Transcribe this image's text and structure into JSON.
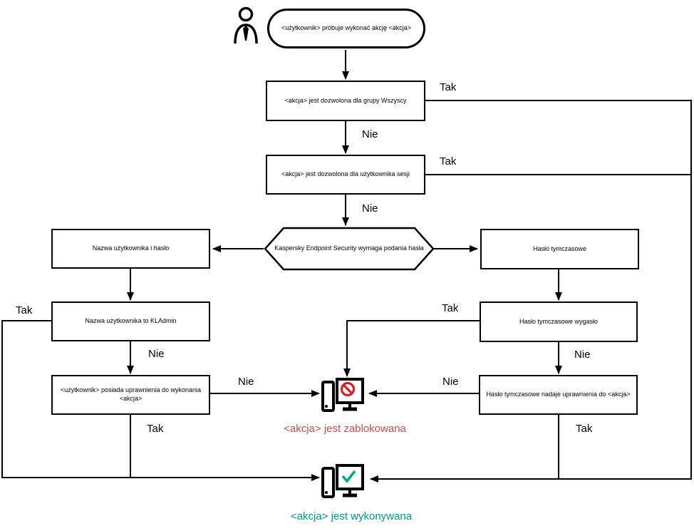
{
  "title": "Kaspersky Endpoint Security password authorization flowchart",
  "colors": {
    "line": "#000000",
    "blocked_text": "#c0504d",
    "executed_text": "#0e8f8f",
    "prohibit_red": "#d02028",
    "check_teal": "#00a88e"
  },
  "nodes": {
    "start": "<użytkownik> próbuje wykonać akcję <akcja>",
    "allowed_everyone": "<akcja> jest dozwolona dla grupy Wszyscy",
    "allowed_session": "<akcja> jest dozwolona dla użytkownika sesji",
    "password_required": "Kaspersky Endpoint Security wymaga podania hasła",
    "credentials": "Nazwa użytkownika i hasło",
    "kladmin": "Nazwa użytkownika to KLAdmin",
    "user_perms": "<użytkownik> posiada uprawnienia do wykonania <akcja>",
    "temp_password": "Hasło tymczasowe",
    "temp_expired": "Hasło tymczasowe wygasło",
    "temp_grants": "Hasło tymczasowe nadaje uprawnienia do <akcja>",
    "blocked_caption": "<akcja> jest zablokowana",
    "executed_caption": "<akcja> jest wykonywana"
  },
  "edge_labels": {
    "allowed_everyone_yes": "Tak",
    "allowed_everyone_no": "Nie",
    "allowed_session_yes": "Tak",
    "allowed_session_no": "Nie",
    "kladmin_yes": "Tak",
    "kladmin_no": "Nie",
    "user_perms_no": "Nie",
    "user_perms_yes": "Tak",
    "temp_expired_yes": "Tak",
    "temp_expired_no": "Nie",
    "temp_grants_no": "Nie",
    "temp_grants_yes": "Tak"
  }
}
